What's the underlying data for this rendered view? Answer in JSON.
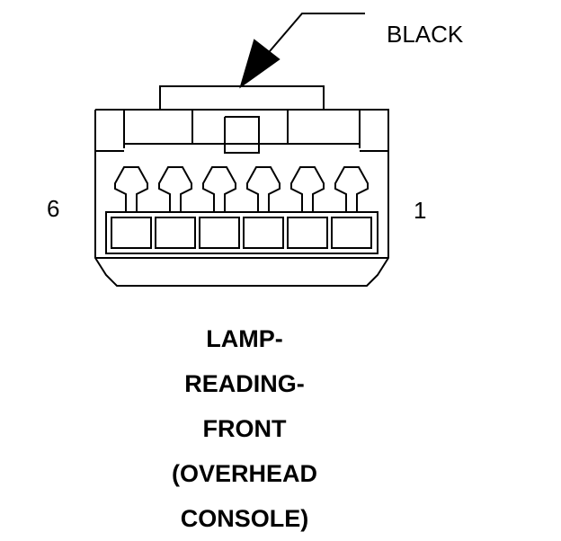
{
  "connector": {
    "color": "BLACK",
    "pin_left": "6",
    "pin_right": "1",
    "pin_count": 6,
    "title_lines": [
      "LAMP-",
      "READING-",
      "FRONT",
      "(OVERHEAD",
      "CONSOLE)"
    ]
  }
}
